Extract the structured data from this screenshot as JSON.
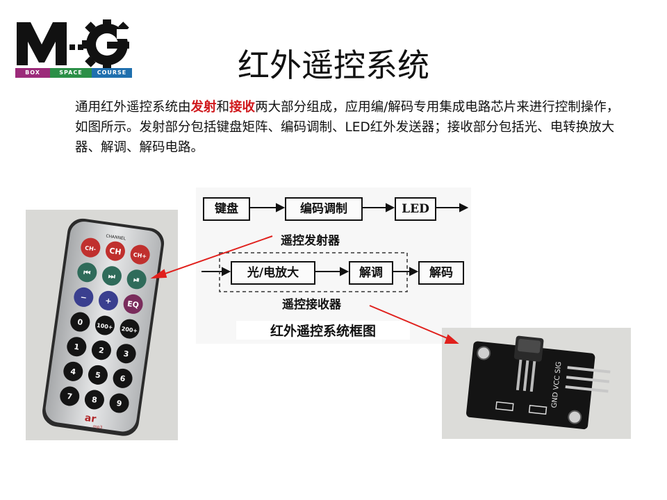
{
  "logo": {
    "letters": "MG",
    "bar": [
      "BOX",
      "SPACE",
      "COURSE"
    ],
    "colors": {
      "box": "#9c2a7a",
      "space": "#2b8f47",
      "course": "#1f6fae"
    }
  },
  "title": "红外遥控系统",
  "intro": {
    "p1": "通用红外遥控系统由",
    "hl1": "发射",
    "p2": "和",
    "hl2": "接收",
    "p3": "两大部分组成，应用编/解码专用集成电路芯片来进行控制操作，如图所示。发射部分包括键盘矩阵、编码调制、LED红外发送器；接收部分包括光、电转换放大器、解调、解码电路。",
    "highlight_color": "#d0181c"
  },
  "diagram": {
    "tx": [
      "键盘",
      "编码调制",
      "LED"
    ],
    "tx_label": "遥控发射器",
    "rx": [
      "光/电放大",
      "解调",
      "解码"
    ],
    "rx_label": "遥控接收器",
    "caption": "红外遥控系统框图"
  },
  "remote": {
    "channel": "CHANNEL",
    "keys": [
      [
        "CH-",
        "CH",
        "CH+"
      ],
      [
        "⏮",
        "⏭",
        "⏯"
      ],
      [
        "−",
        "+",
        "EQ"
      ],
      [
        "0",
        "100+",
        "200+"
      ],
      [
        "1",
        "2",
        "3"
      ],
      [
        "4",
        "5",
        "6"
      ],
      [
        "7",
        "8",
        "9"
      ]
    ],
    "brand": "ar",
    "brand_sub": "mp3"
  },
  "module": {
    "pins": "GND VCC SIG"
  },
  "arrow_color": "#e0201c"
}
